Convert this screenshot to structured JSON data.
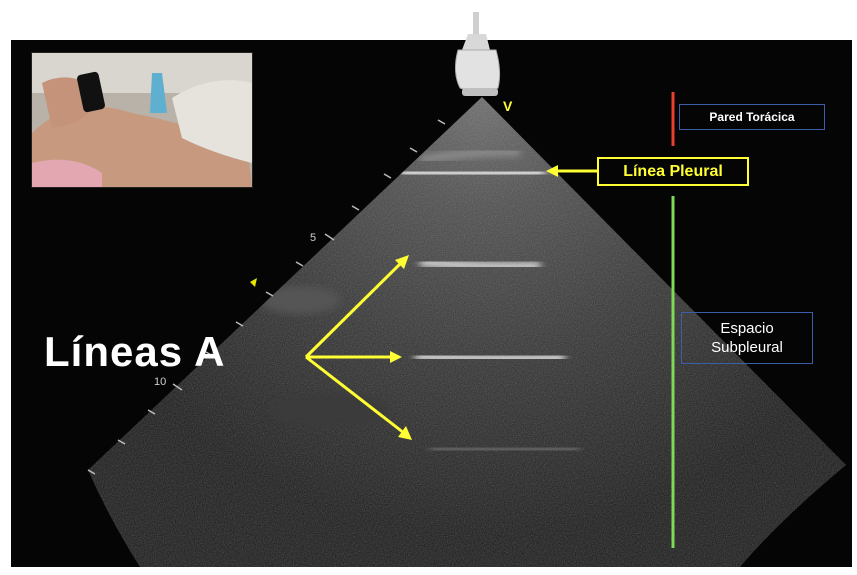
{
  "labels": {
    "pared": "Pared Torácica",
    "linea_pleural": "Línea Pleural",
    "espacio_line1": "Espacio",
    "espacio_line2": "Subpleural",
    "lineas_a": "Líneas A",
    "depth_5": "5",
    "depth_10": "10",
    "marker_v": "V"
  },
  "colors": {
    "pleural_yellow": "#ffff33",
    "pared_red": "#e8402a",
    "subpleural_green": "#7ed957",
    "box_border_blue": "#3a5fa8",
    "background": "#050505"
  },
  "icons": [
    "ultrasound-probe-icon"
  ]
}
